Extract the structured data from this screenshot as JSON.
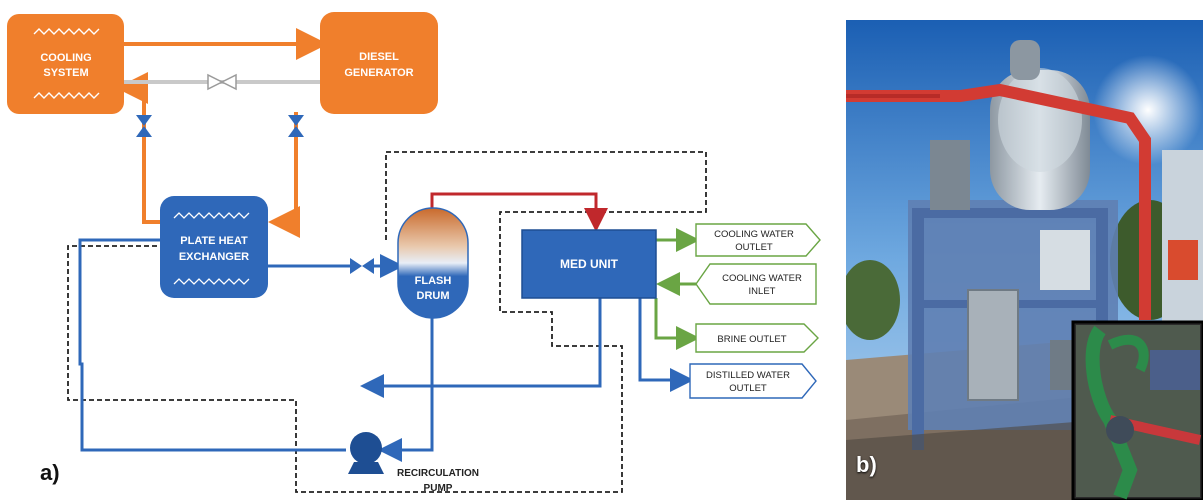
{
  "panel_a": {
    "label": "a)",
    "cooling_system": [
      "COOLING",
      "SYSTEM"
    ],
    "diesel_generator": [
      "DIESEL",
      "GENERATOR"
    ],
    "plate_heat_exchanger": [
      "PLATE HEAT",
      "EXCHANGER"
    ],
    "flash_drum": [
      "FLASH",
      "DRUM"
    ],
    "med_unit": "MED UNIT",
    "recirculation_pump": [
      "RECIRCULATION",
      "PUMP"
    ],
    "outlets": {
      "cooling_water_outlet": [
        "COOLING WATER",
        "OUTLET"
      ],
      "cooling_water_inlet": [
        "COOLING WATER",
        "INLET"
      ],
      "brine_outlet": [
        "BRINE OUTLET"
      ],
      "distilled_water_outlet": [
        "DISTILLED WATER",
        "OUTLET"
      ]
    }
  },
  "panel_b": {
    "label": "b)"
  },
  "colors": {
    "orange": "#f07f2c",
    "blue": "#2f68b9",
    "dark_blue": "#1e4e93",
    "red": "#c0282c",
    "green": "#6aa544",
    "grey_pipe": "#c9c9c9"
  }
}
